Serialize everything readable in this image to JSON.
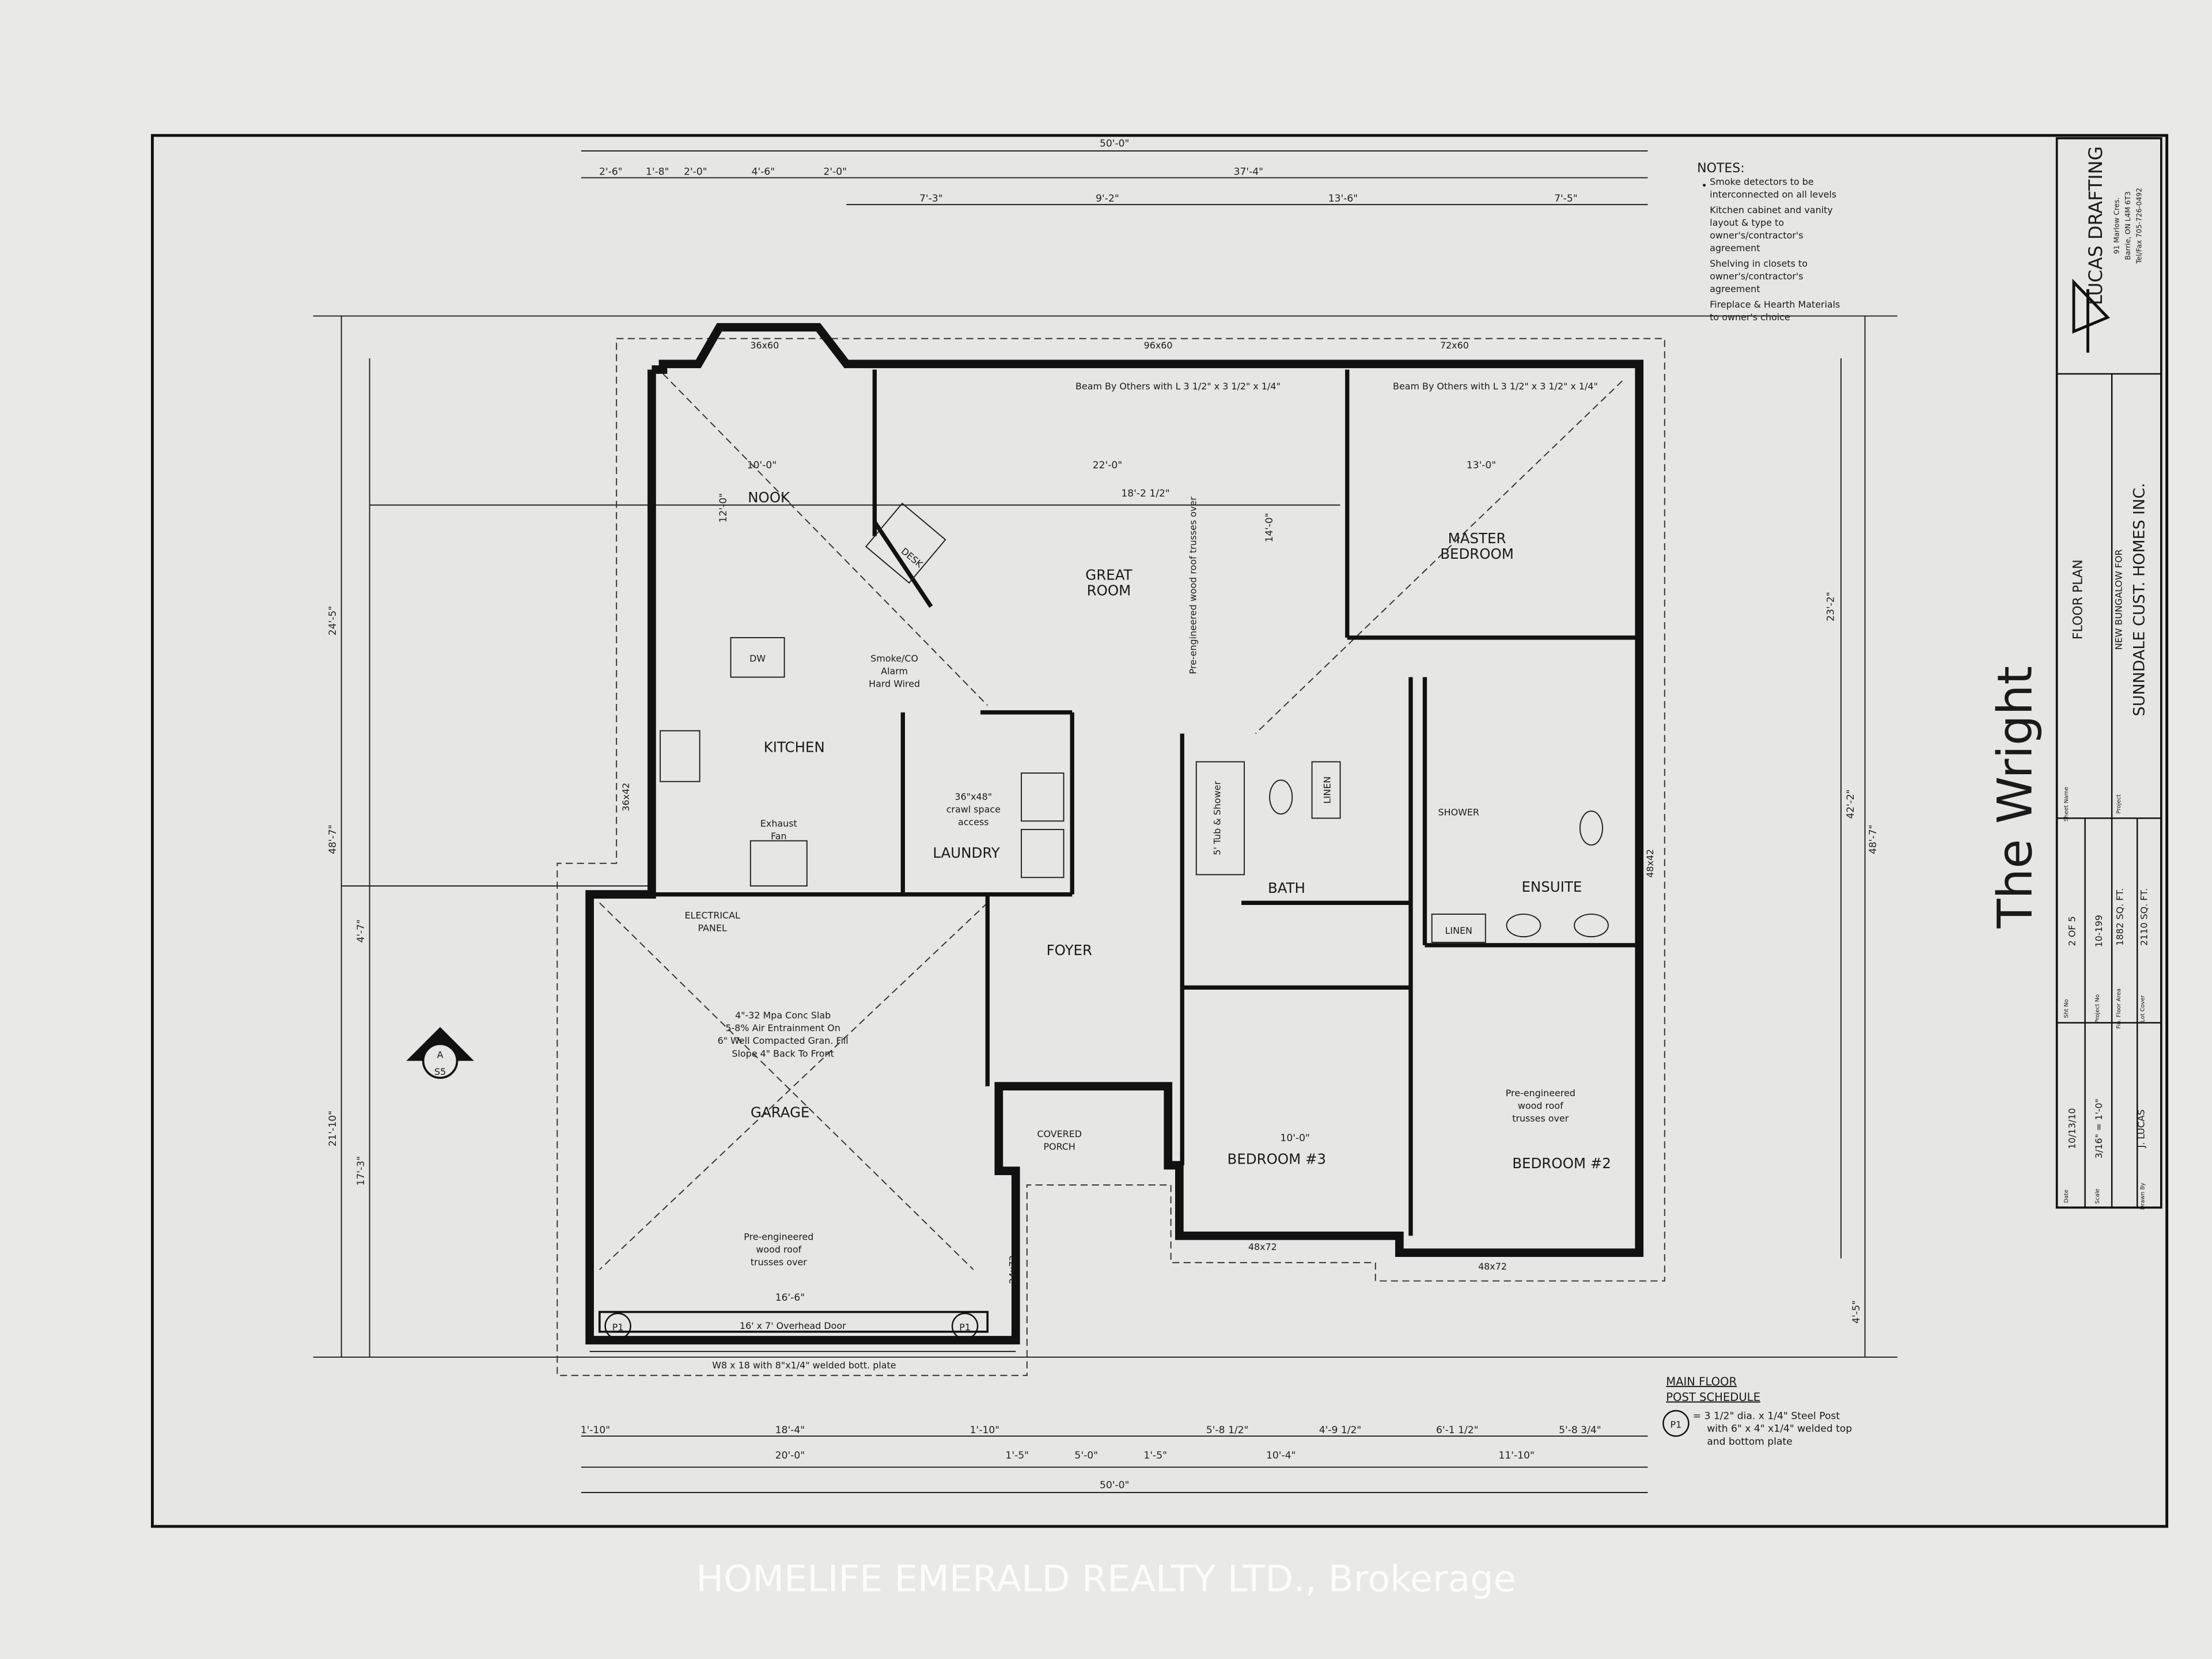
{
  "title_block": {
    "firm": "LUCAS DRAFTING",
    "firm_address": [
      "91 Marlow Cres.",
      "Barrie, ON L4M 6T3",
      "Tel/Fax 705-726-0492"
    ],
    "sheet_name_label": "Sheet Name",
    "sheet_name": "FLOOR PLAN",
    "project_label": "Project",
    "project_line1": "NEW BUNGALOW FOR",
    "project_line2": "SUNNDALE CUST. HOMES INC.",
    "date_label": "Date",
    "date": "10/13/10",
    "scale_label": "Scale",
    "scale": "3/16\" = 1'-0\"",
    "drawn_by_label": "Drawn By",
    "drawn_by": "J. LUCAS",
    "sheet_no_label": "Sht No",
    "sheet_no": "2 OF 5",
    "project_no_label": "Project No",
    "project_no": "10-199",
    "floor_area_label": "Fin. Floor Area",
    "floor_area": "1882 SQ. FT.",
    "lot_cover_label": "Lot Cover",
    "lot_cover": "2110 SQ. FT."
  },
  "plan_title": "The Wright",
  "notes": {
    "heading": "NOTES:",
    "items": [
      "Smoke detectors to be interconnected on all levels",
      "Kitchen cabinet and vanity layout & type to owner's/contractor's agreement",
      "Shelving in closets to owner's/contractor's agreement",
      "Fireplace & Hearth Materials to owner's choice"
    ]
  },
  "post_schedule": {
    "heading1": "MAIN FLOOR",
    "heading2": "POST SCHEDULE",
    "tag": "P1",
    "desc": [
      "= 3 1/2\" dia. x 1/4\" Steel Post",
      "with 6\" x 4\" x1/4\" welded top",
      "and bottom plate"
    ]
  },
  "rooms": {
    "nook": "NOOK",
    "great_room": [
      "GREAT",
      "ROOM"
    ],
    "master": [
      "MASTER",
      "BEDROOM"
    ],
    "kitchen": "KITCHEN",
    "laundry": "LAUNDRY",
    "bath": "BATH",
    "ensuite": "ENSUITE",
    "foyer": "FOYER",
    "garage": "GARAGE",
    "porch": [
      "COVERED",
      "PORCH"
    ],
    "bed3": "BEDROOM #3",
    "bed2": "BEDROOM #2",
    "linen1": "LINEN",
    "linen2": "LINEN",
    "shower": "SHOWER",
    "dw": "DW",
    "desk": "DESK",
    "tub": "5' Tub & Shower",
    "electrical": [
      "ELECTRICAL",
      "PANEL"
    ]
  },
  "annotations": {
    "overhead_door": "16' x 7' Overhead Door",
    "beam": "W8 x 18 with 8\"x1/4\" welded bott. plate",
    "garage_trusses": [
      "Pre-engineered",
      "wood roof",
      "trusses over"
    ],
    "bed2_trusses": [
      "Pre-engineered",
      "wood roof",
      "trusses over"
    ],
    "great_trusses": "Pre-engineered wood roof trusses over",
    "slab": [
      "4\"-32 Mpa Conc Slab",
      "5-8% Air Entrainment On",
      "6\" Well Compacted Gran. Fill",
      "Slope 4\" Back To Front"
    ],
    "beam_top1": "Beam By Others with L 3 1/2\" x 3 1/2\" x 1/4\"",
    "beam_top2": "Beam By Others with L 3 1/2\" x 3 1/2\" x 1/4\"",
    "smoke_kitchen": [
      "Smoke/CO",
      "Alarm",
      "Hard Wired"
    ],
    "exhaust_fan": [
      "Exhaust",
      "Fan"
    ],
    "crawl": [
      "36\"x48\"",
      "crawl space",
      "access"
    ],
    "section_marker": [
      "A",
      "S5"
    ],
    "windows": [
      "36x60",
      "96x60",
      "72x60",
      "48x72",
      "48x72",
      "36x42",
      "48x42",
      "24x72"
    ]
  },
  "dimensions": {
    "overall_width": "50'-0\"",
    "top_sub": [
      "2'-6\"",
      "1'-8\"",
      "2'-0\"",
      "4'-6\"",
      "2'-0\"",
      "37'-4\""
    ],
    "top_row2": [
      "7'-3\"",
      "9'-2\"",
      "13'-6\"",
      "7'-5\""
    ],
    "bottom_row1": [
      "1'-10\"",
      "18'-4\"",
      "1'-10\"",
      "1'-5\"",
      "5'-0\"",
      "1'-5\"",
      "5'-8 1/2\"",
      "4'-9 1/2\"",
      "6'-1 1/2\"",
      "5'-8 3/4\""
    ],
    "bottom_row2": [
      "20'-0\"",
      "10'-4\"",
      "11'-10\""
    ],
    "left_overall": "48'-7\"",
    "left_sub": [
      "24'-5\"",
      "21'-10\"",
      "17'-3\"",
      "4'-7\""
    ],
    "right_overall": "48'-7\"",
    "right_sub": [
      "23'-2\"",
      "42'-2\"",
      "4'-5\""
    ],
    "interior": [
      "22'-0\"",
      "18'-2 1/2\"",
      "13'-0\"",
      "10'-0\"",
      "12'-0\"",
      "14'-0\"",
      "16'-6\"",
      "10'-0\""
    ]
  },
  "watermark": "HOMELIFE EMERALD REALTY LTD., Brokerage"
}
